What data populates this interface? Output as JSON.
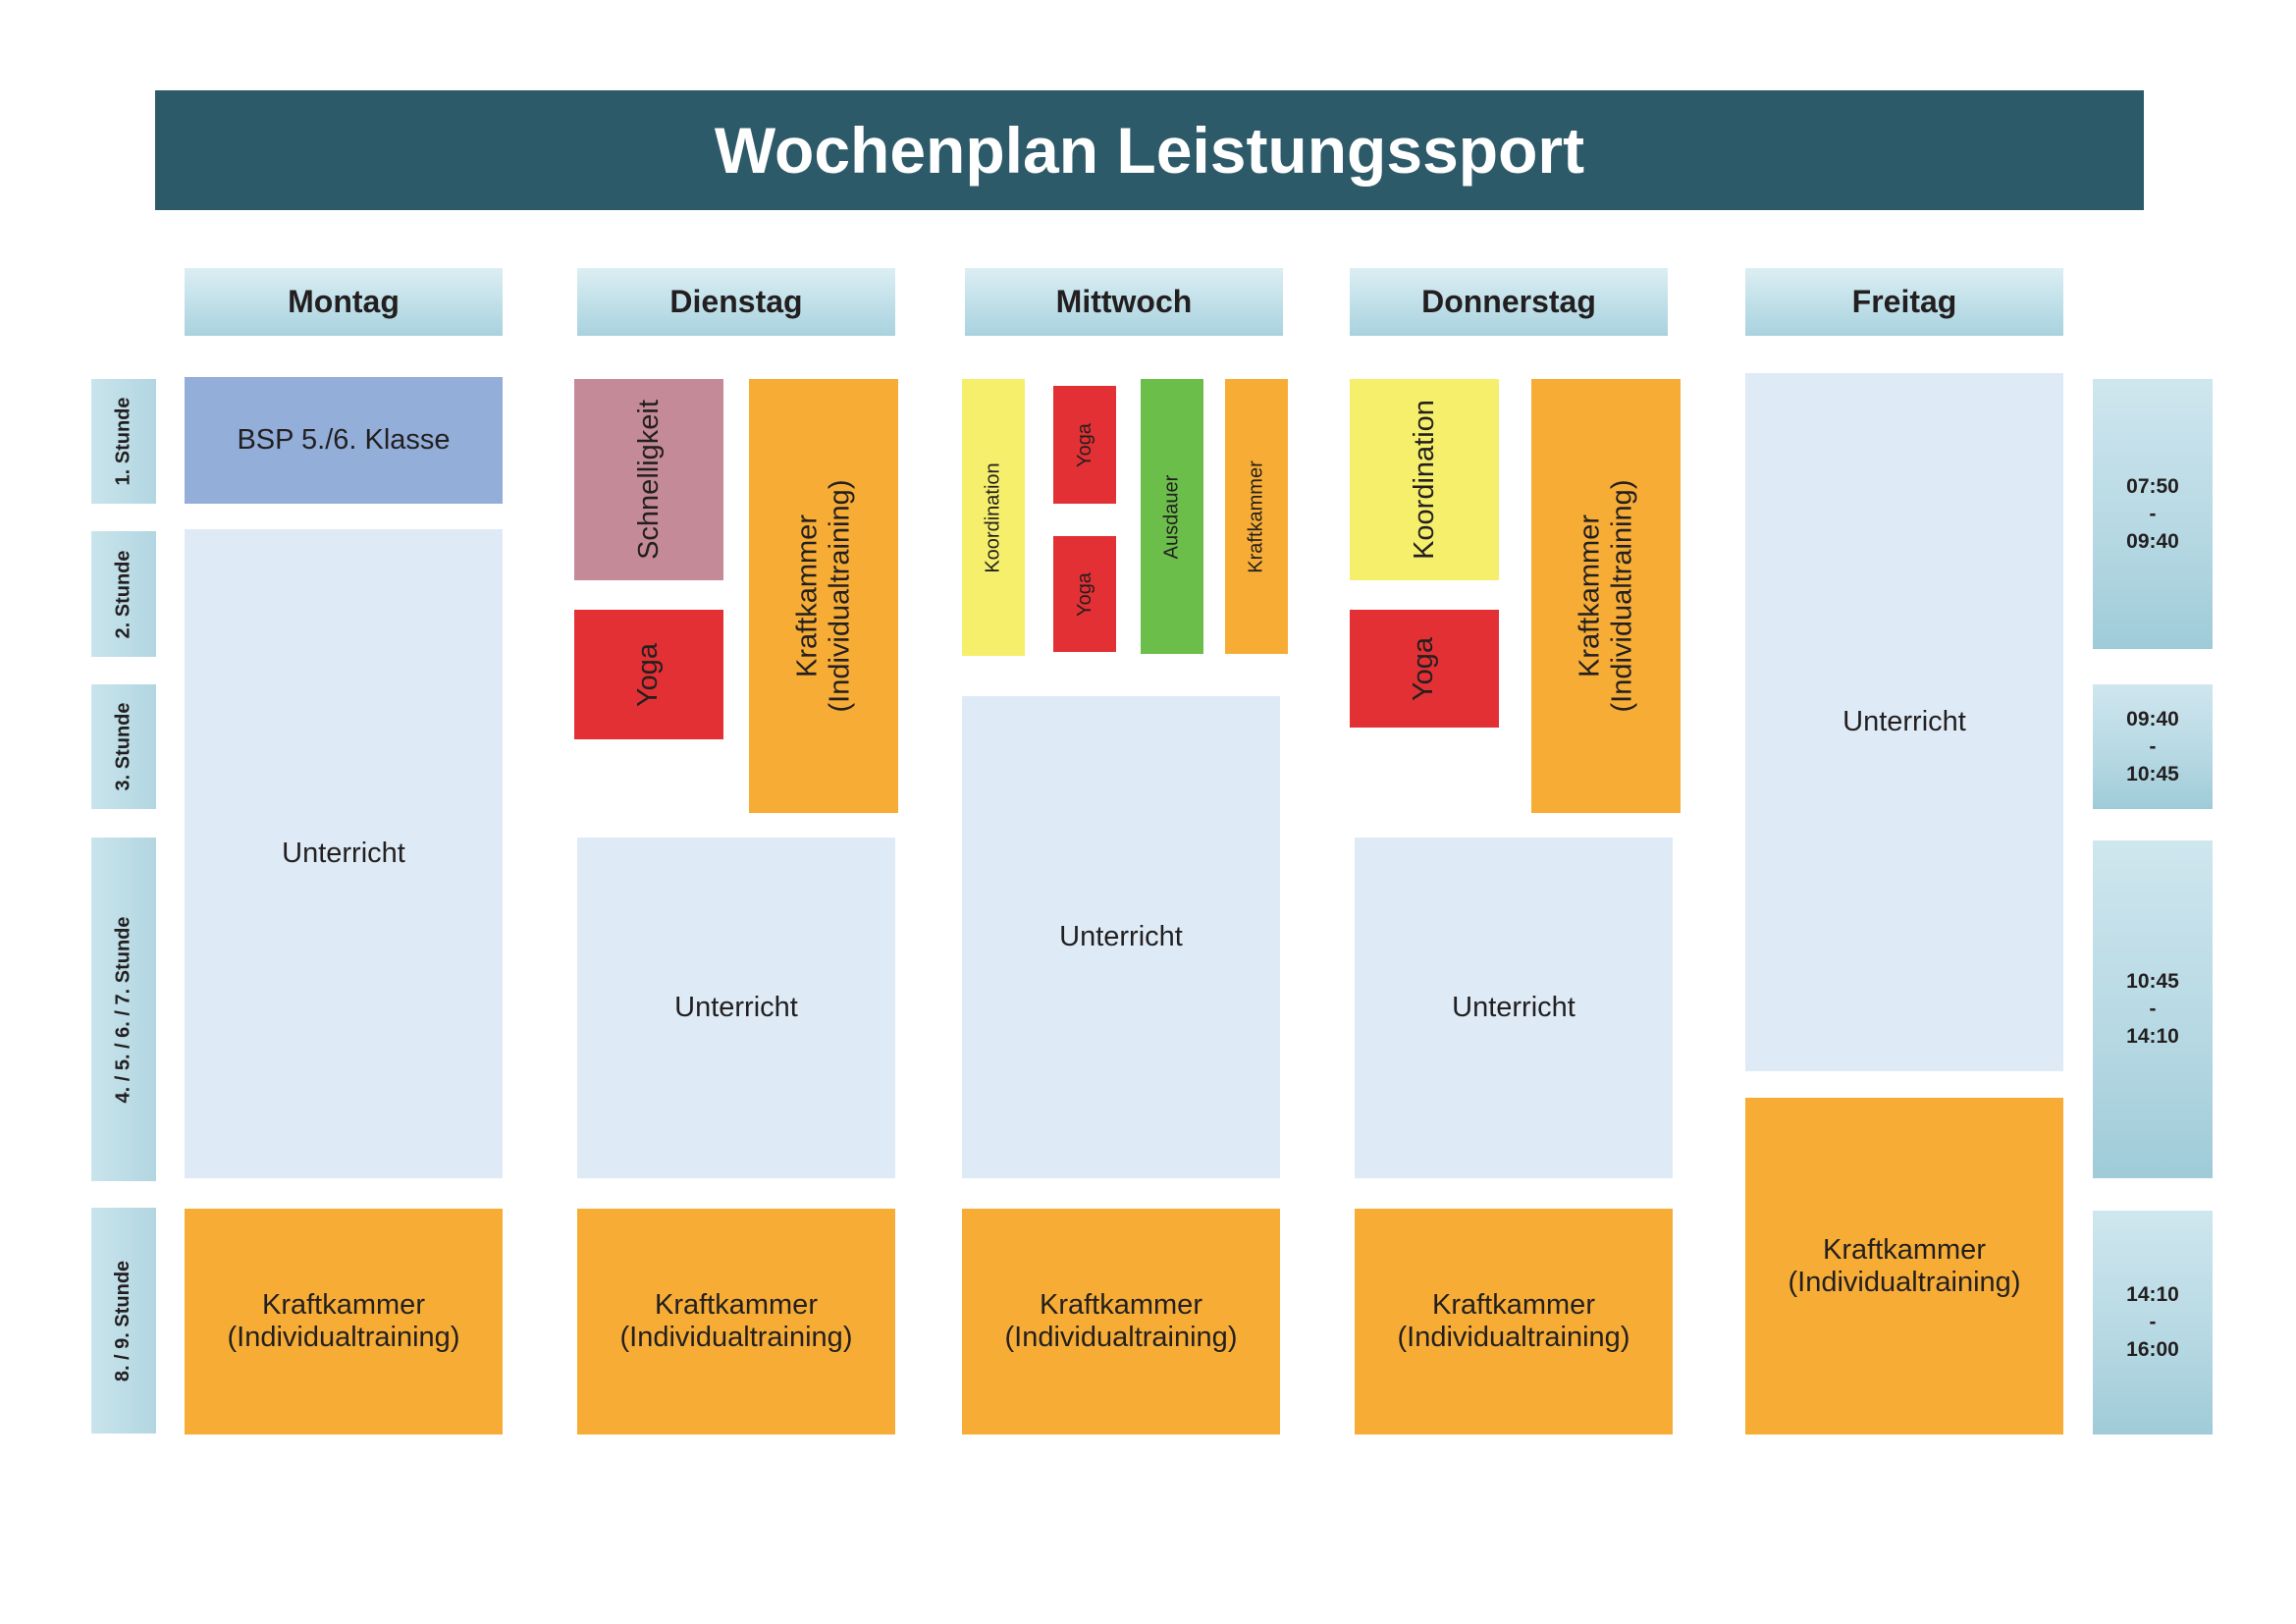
{
  "title": "Wochenplan Leistungssport",
  "days": [
    "Montag",
    "Dienstag",
    "Mittwoch",
    "Donnerstag",
    "Freitag"
  ],
  "periods": [
    "1. Stunde",
    "2. Stunde",
    "3. Stunde",
    "4. / 5. / 6. / 7. Stunde",
    "8. / 9. Stunde"
  ],
  "times": [
    {
      "start": "07:50",
      "sep": "-",
      "end": "09:40"
    },
    {
      "start": "09:40",
      "sep": "-",
      "end": "10:45"
    },
    {
      "start": "10:45",
      "sep": "-",
      "end": "14:10"
    },
    {
      "start": "14:10",
      "sep": "-",
      "end": "16:00"
    }
  ],
  "labels": {
    "bsp": "BSP 5./6. Klasse",
    "unterricht": "Unterricht",
    "kraftkammer": "Kraftkammer",
    "individual": "(Individualtraining)",
    "schnelligkeit": "Schnelligkeit",
    "yoga": "Yoga",
    "koordination": "Koordination",
    "ausdauer": "Ausdauer"
  },
  "colors": {
    "title_bar": "#2d5a69",
    "unterricht": "#deebf6",
    "kraftkammer": "#f7ad35",
    "yoga": "#e33034",
    "schnelligkeit": "#c48a97",
    "koordination": "#f5ef6b",
    "ausdauer": "#6cbe4a",
    "bsp": "#93aed9"
  }
}
